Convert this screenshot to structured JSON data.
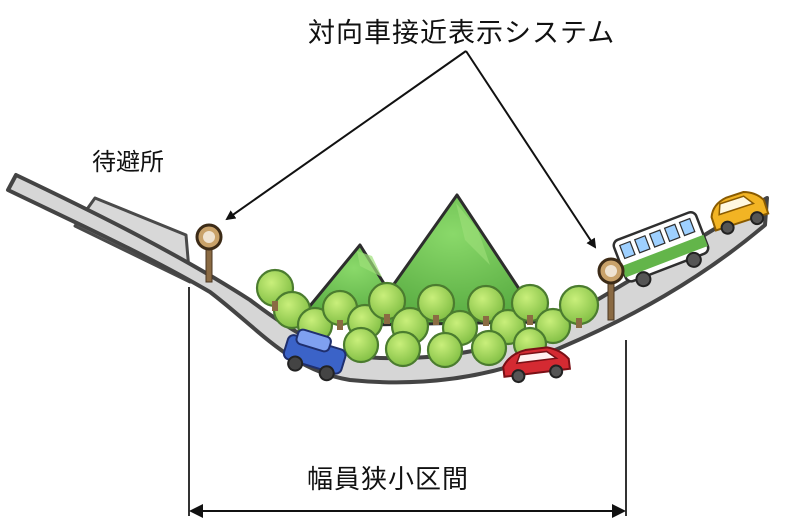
{
  "labels": {
    "system": "対向車接近表示システム",
    "passing_place": "待避所",
    "narrow_section": "幅員狭小区間"
  },
  "colors": {
    "road_fill": "#d6d6d6",
    "road_stroke": "#444444",
    "mountain": "#6cc14e",
    "tree": "#9ccf52",
    "blue_car": "#3b63c8",
    "red_car": "#d42a32",
    "bus_green": "#63b54a",
    "yellow_car": "#f2b424",
    "sign": "#c9a26a"
  },
  "icons": [
    "car-icon",
    "bus-icon",
    "sign-icon",
    "tree-icon",
    "mountain-icon"
  ]
}
